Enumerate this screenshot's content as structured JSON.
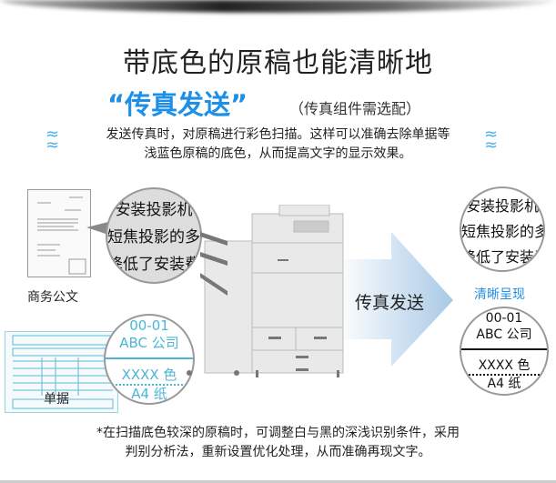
{
  "title": "带底色的原稿也能清晰地",
  "subtitle": "“传真发送”",
  "subtitle_note": "（传真组件需选配）",
  "description": [
    "发送传真时，对原稿进行彩色扫描。这样可以准确去除单据等",
    "浅蓝色原稿的底色，从而提高文字的显示效果。"
  ],
  "left": {
    "doc_label": "商务公文",
    "doc_zoom_lines": [
      "安装投影机",
      "短焦投影的多",
      "降低了安装费"
    ],
    "form_label": "单据",
    "form_zoom_lines": [
      "00-01",
      "ABC 公司",
      "XXXX 色",
      "A4 纸"
    ]
  },
  "arrow_label": "传真发送",
  "right": {
    "result_label": "清晰呈现",
    "doc_lines": [
      "安装投影机",
      "短焦投影的多",
      "降低了安装费"
    ],
    "form_lines": [
      "00-01",
      "ABC 公司",
      "XXXX 色",
      "A4 纸"
    ]
  },
  "footnote": [
    "*在扫描底色较深的原稿时，可调整白与黑的深浅识别条件，采用",
    "判别分析法，重新设置优化处理，从而准确再现文字。"
  ],
  "colors": {
    "accent": "#1e8fe6",
    "form_blue": "#4bb6d6",
    "arrow": "#a9c9e6"
  }
}
